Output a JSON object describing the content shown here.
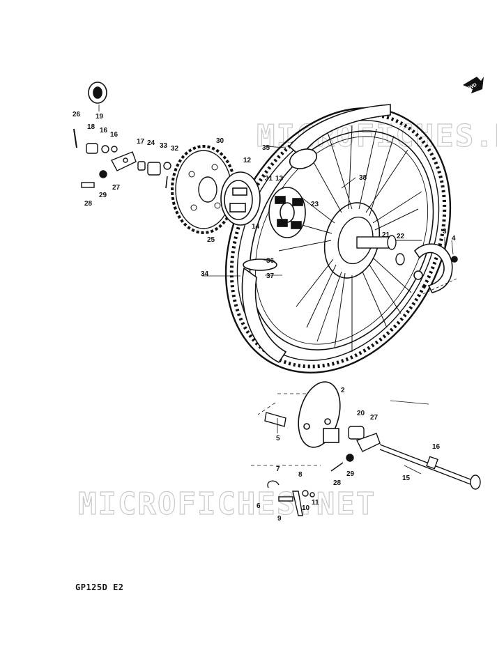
{
  "diagram": {
    "model_code": "GP125D E2",
    "direction_badge": "FWD",
    "watermark": "MICROFICHES.NET",
    "part_labels": [
      "26",
      "19",
      "18",
      "16",
      "16",
      "17",
      "24",
      "33",
      "32",
      "30",
      "12",
      "31",
      "13",
      "35",
      "38",
      "23",
      "27",
      "29",
      "28",
      "25",
      "14",
      "21",
      "22",
      "3",
      "4",
      "34",
      "36",
      "37",
      "2",
      "20",
      "27",
      "5",
      "16",
      "28",
      "29",
      "15",
      "7",
      "8",
      "6",
      "9",
      "10",
      "11"
    ]
  }
}
